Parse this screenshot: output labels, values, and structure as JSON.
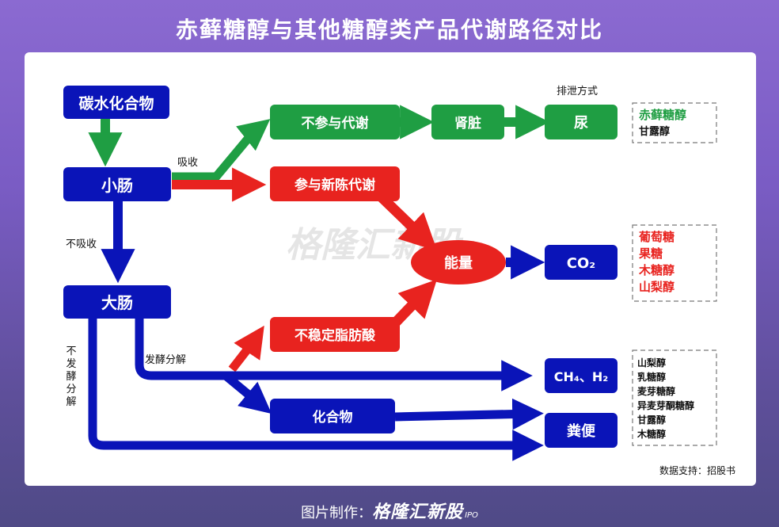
{
  "title": "赤藓糖醇与其他糖醇类产品代谢路径对比",
  "nodes": {
    "carb": "碳水化合物",
    "small_intestine": "小肠",
    "large_intestine": "大肠",
    "not_metab": "不参与代谢",
    "kidney": "肾脏",
    "urine": "尿",
    "metab": "参与新陈代谢",
    "energy": "能量",
    "co2": "CO₂",
    "unstable_fa": "不稳定脂肪酸",
    "compound": "化合物",
    "ch4_h2": "CH₄、H₂",
    "feces": "粪便"
  },
  "labels": {
    "absorb": "吸收",
    "not_absorb": "不吸收",
    "excretion": "排泄方式",
    "ferment": "发酵分解",
    "not_ferment": "不发酵分解"
  },
  "groups": {
    "urine_list": [
      "赤藓糖醇",
      "甘露醇"
    ],
    "co2_list": [
      "葡萄糖",
      "果糖",
      "木糖醇",
      "山梨醇"
    ],
    "gas_list": [
      "山梨醇",
      "乳糖醇",
      "麦芽糖醇",
      "异麦芽酮糖醇",
      "甘露醇",
      "木糖醇"
    ]
  },
  "watermark": "格隆汇新股",
  "source": "数据支持：招股书",
  "footer": {
    "prefix": "图片制作：",
    "brand": "格隆汇新股",
    "ipo": "IPO"
  },
  "colors": {
    "blue": "#0a14b8",
    "green": "#1f9e43",
    "red": "#e8231f"
  }
}
